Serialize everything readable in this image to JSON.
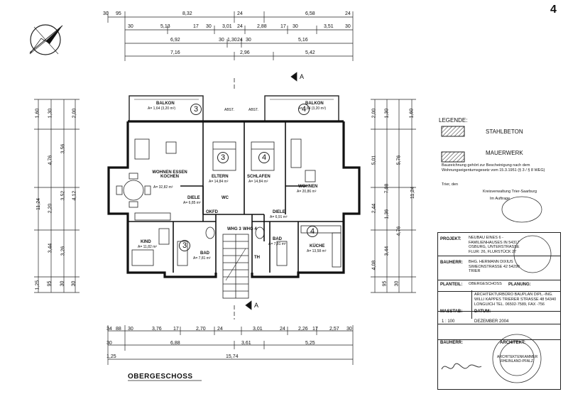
{
  "page_number": "4",
  "title": "OBERGESCHOSS",
  "section_marks": [
    "A",
    "A"
  ],
  "top_dims": {
    "row1": [
      "30",
      "95",
      "8,32",
      "24",
      "6,58",
      "24"
    ],
    "row2": [
      "30",
      "5,13",
      "17",
      "30",
      "3,01",
      "24",
      "2,88",
      "17",
      "30",
      "3,51",
      "30"
    ],
    "row3": [
      "6,92",
      "30",
      "1,30",
      "24",
      "30",
      "5,16"
    ],
    "row4": [
      "7,16",
      "2,96",
      "5,42"
    ]
  },
  "bottom_dims": {
    "row1": [
      "34",
      "88",
      "30",
      "3,76",
      "17",
      "2,70",
      "24",
      "3,01",
      "24",
      "2,26",
      "17",
      "2,57",
      "30"
    ],
    "row2": [
      "30",
      "6,88",
      "3,61",
      "5,25"
    ],
    "row3": [
      "1,25",
      "15,74"
    ]
  },
  "left_dims": [
    "1,60",
    "1,30",
    "2,00",
    "4,76",
    "3,56",
    "3,52",
    "2,20",
    "4,12",
    "11,24",
    "3,44",
    "3,26",
    "1,25",
    "95",
    "30",
    "30"
  ],
  "right_dims": [
    "2,00",
    "1,30",
    "1,60",
    "5,01",
    "5,76",
    "7,08",
    "11,24",
    "2,44",
    "1,36",
    "4,76",
    "4,08",
    "3,44",
    "95",
    "30"
  ],
  "rooms": {
    "balkon_left": "BALKON",
    "balkon_left_area": "A= 1,64 (3,20 m²)",
    "balkon_right": "BALKON",
    "balkon_right_area": "A= 1,64 (3,20 m²)",
    "abst1": "ABST.",
    "abst2": "ABST.",
    "wohnen_essen": "WOHNEN ESSEN KOCHEN",
    "wohnen_essen_area": "A= 32,82 m²",
    "eltern": "ELTERN",
    "eltern_area": "A= 14,84 m²",
    "schlafen": "SCHLAFEN",
    "schlafen_area": "A= 14,84 m²",
    "wohnen": "WOHNEN",
    "wohnen_area": "A= 20,86 m²",
    "diele_left": "DIELE",
    "diele_left_area": "A= 6,85 m²",
    "okfd": "OKFD",
    "wc": "WC",
    "kind": "KIND",
    "kind_area": "A= 11,82 m²",
    "bad_left": "BAD",
    "bad_left_area": "A= 7,81 m²",
    "whg3": "WHG 3",
    "whg4": "WHG 4",
    "th": "TH",
    "bad_right": "BAD",
    "bad_right_area": "A= 7,81 m²",
    "diele_right": "DIELE",
    "diele_right_area": "A= 6,91 m²",
    "kueche": "KÜCHE",
    "kueche_area": "A= 13,58 m²"
  },
  "circled_numbers": [
    "3",
    "4",
    "3",
    "4",
    "3",
    "4"
  ],
  "legend": {
    "title": "LEGENDE:",
    "stahlbeton": "STAHLBETON",
    "mauerwerk": "MAUERWERK",
    "stamp_line1": "Bauzeichnung gehört zur Bescheinigung nach dem Wohnungseigentumsgesetz vom 15.3.1951 (§ 3 / § 8 WEG)",
    "stamp_line2": "Trier, den",
    "stamp_line3": "Kreisverwaltung Trier-Saarburg",
    "stamp_line4": "Im Auftrage"
  },
  "title_block": {
    "projekt_label": "PROJEKT:",
    "projekt_value": "NEUBAU EINES 6 - FAMILIENHAUSES IN 54317 OSBURG, UNTERSTRASSE FLUR: 26, FLURSTÜCK 27",
    "bauherr_label": "BAUHERR:",
    "bauherr_value": "BHG. HERMANN DIXIUS SIMEONSTRASSE 42 54290 TRIER",
    "planteil_label": "PLANTEIL:",
    "planteil_value": "OBERGESCHOSS",
    "planung_label": "PLANUNG:",
    "planung_value": "ARCHITEKTURBÜRO BAUPLAN DIPL.-ING. WILLI KAPPES TRIERER STRASSE 48 54340 LONGUICH TEL. 06502-7589, FAX -756",
    "masstab_label": "MASSTAB:",
    "masstab_value": "1 : 100",
    "datum_label": "DATUM:",
    "datum_value": "DEZEMBER 2004",
    "bauherr2_label": "BAUHERR:",
    "architekt_label": "ARCHITEKT:",
    "stamp_text": "ARCHITEKTENKAMMER RHEINLAND-PFALZ"
  }
}
